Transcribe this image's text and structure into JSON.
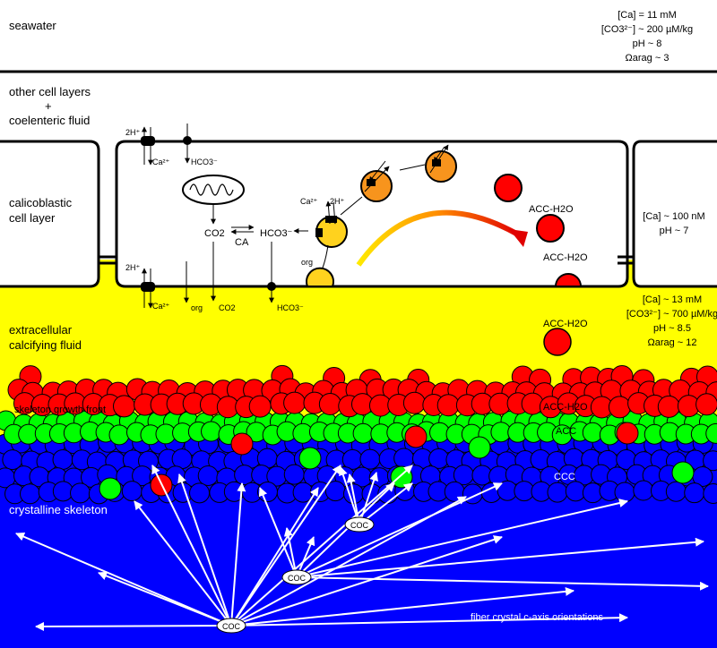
{
  "regions": {
    "seawater": "seawater",
    "other_layers_1": "other cell layers",
    "other_layers_plus": "+",
    "other_layers_2": "coelenteric fluid",
    "calico_1": "calicoblastic",
    "calico_2": "cell layer",
    "ecf_1": "extracellular",
    "ecf_2": "calcifying fluid",
    "growth_front": "skeleton growth front",
    "crystalline": "crystalline skeleton",
    "fiber": "fiber crystal c-axis orientations"
  },
  "seawater_chem": {
    "ca": "[Ca] = 11 mM",
    "co3": "[CO3²⁻] ~ 200 µM/kg",
    "ph": "pH ~ 8",
    "omega": "Ωarag ~ 3"
  },
  "cell_chem": {
    "ca": "[Ca] ~ 100 nM",
    "ph": "pH ~ 7"
  },
  "ecf_chem": {
    "ca": "[Ca] ~ 13 mM",
    "co3": "[CO3²⁻] ~ 700 µM/kg",
    "ph": "pH ~ 8.5",
    "omega": "Ωarag ~ 12"
  },
  "transport_labels": {
    "two_h_top": "2H⁺",
    "ca_top": "Ca²⁺",
    "hco3_top": "HCO3⁻",
    "co2": "CO2",
    "ca_enzyme": "CA",
    "hco3_mid": "HCO3⁻",
    "vesicle_ca": "Ca²⁺",
    "vesicle_h": "2H⁺",
    "org_vesicle": "org",
    "two_h_bottom": "2H⁺",
    "ca_bottom": "Ca²⁺",
    "org_bottom": "org",
    "co2_bottom": "CO2",
    "hco3_bottom": "HCO3⁻"
  },
  "phase_labels": {
    "acc_h2o_1": "ACC-H2O",
    "acc_h2o_2": "ACC-H2O",
    "acc_h2o_3": "ACC-H2O",
    "acc_h2o_front": "ACC-H2O",
    "acc": "ACC",
    "ccc": "CCC",
    "coc": "COC"
  },
  "colors": {
    "ecf_yellow": "#ffff00",
    "skeleton_blue": "#0000ff",
    "acc_h2o_red": "#ff0000",
    "acc_green": "#00ff00",
    "vesicle_yellow": "#ffd21e",
    "vesicle_orange": "#f7941d"
  }
}
